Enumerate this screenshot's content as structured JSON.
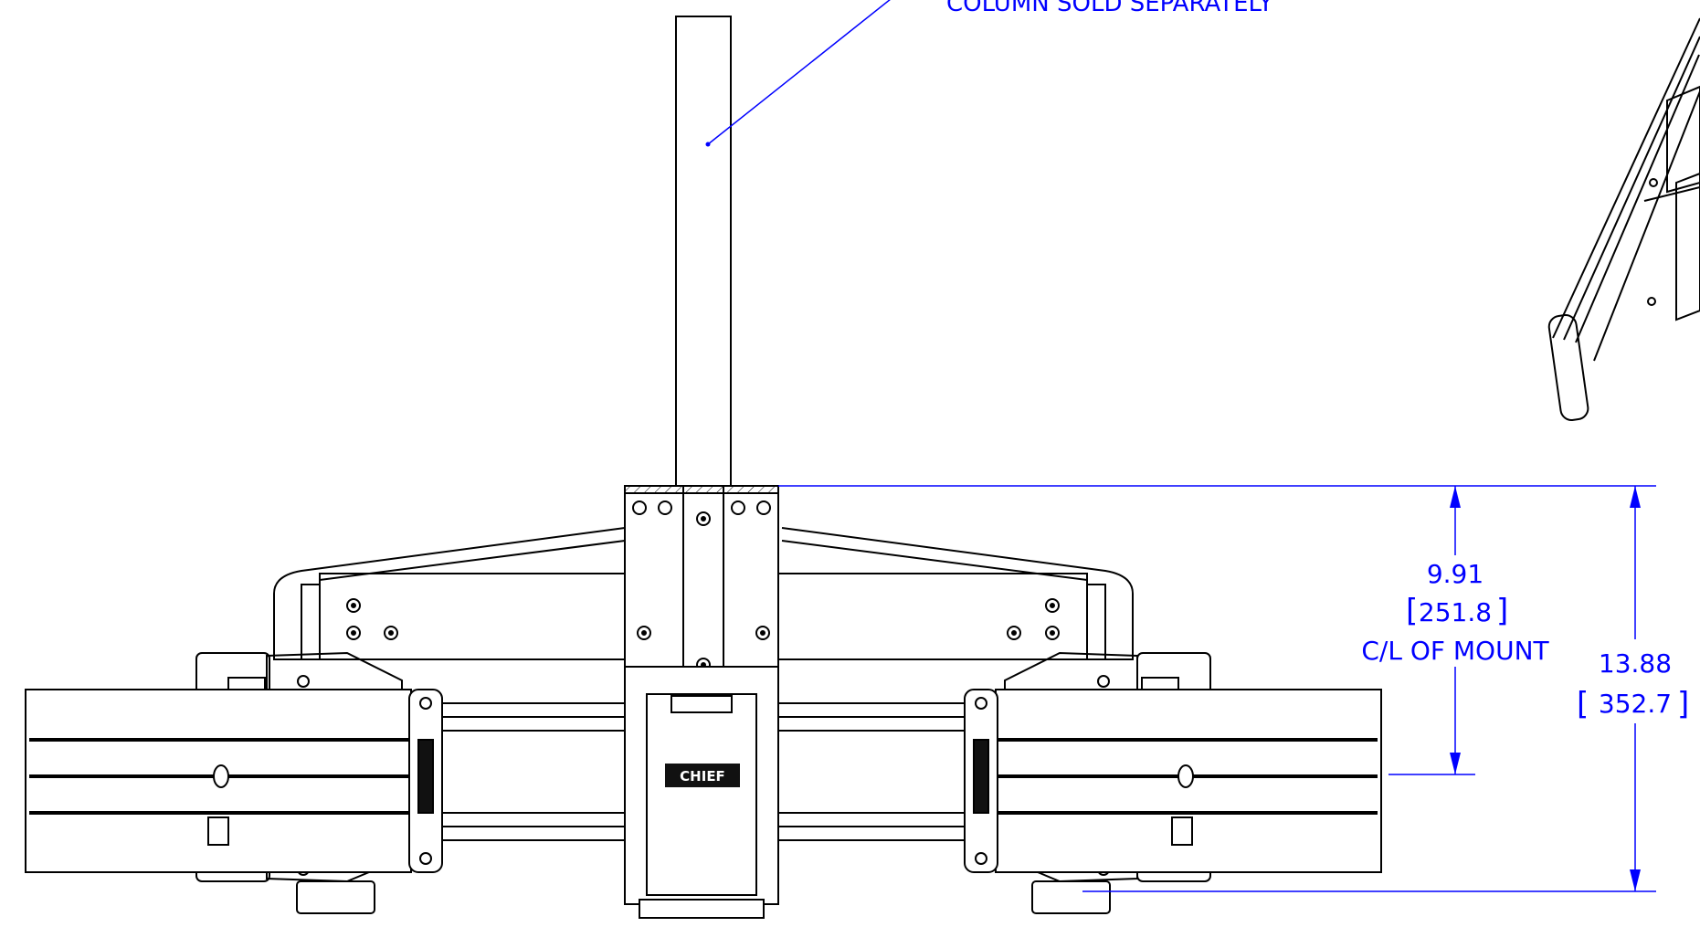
{
  "callout": {
    "text": "COLUMN SOLD SEPARATELY"
  },
  "dimensions": {
    "centerline": {
      "inches": "9.91",
      "mm_open": "[",
      "mm": "251.8",
      "mm_close": "]",
      "label": "C/L OF MOUNT"
    },
    "overall": {
      "inches": "13.88",
      "mm_open": "[",
      "mm": "352.7",
      "mm_close": "]"
    }
  },
  "brand": {
    "logo": "CHIEF"
  },
  "colors": {
    "dimension": "#0000ff",
    "line": "#000000",
    "background": "#ffffff"
  }
}
